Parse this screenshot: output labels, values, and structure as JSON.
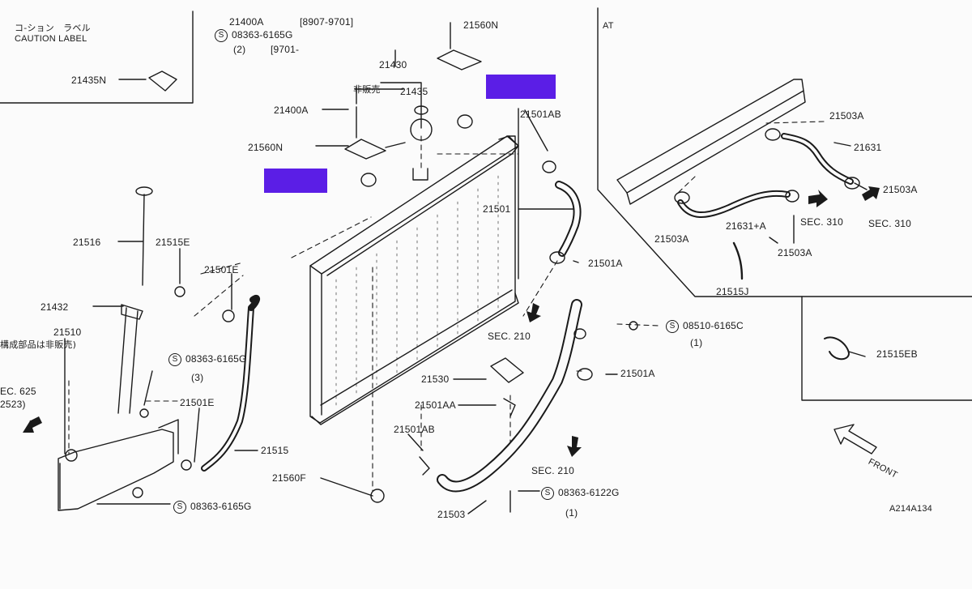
{
  "colors": {
    "redaction": "#5b1ee6",
    "ink": "#1a1a1a",
    "paper": "#fbfbfb"
  },
  "caution": {
    "jp": "コ-ション　ラベル",
    "en": "CAUTION  LABEL",
    "part": "21435N"
  },
  "top": {
    "part_21400A": "21400A",
    "range_a": "[8907-9701]",
    "bolt_ref": "08363-6165G",
    "bolt_qty": "(2)",
    "range_b": "[9701-",
    "part_21560N_top": "21560N",
    "part_21430": "21430",
    "not_sold": "非販売",
    "part_21435": "21435",
    "part_21400A_2": "21400A",
    "part_21501AB_top": "21501AB",
    "part_21560N": "21560N"
  },
  "main": {
    "part_21501": "21501",
    "part_21501A_upper": "21501A",
    "sec210_a": "SEC. 210",
    "bolt_ref_right": "08510-6165C",
    "bolt_qty_right": "(1)",
    "part_21501A_mid": "21501A",
    "part_21530": "21530",
    "part_21501AA": "21501AA",
    "part_21501AB_low": "21501AB",
    "sec210_b": "SEC. 210",
    "part_21560F": "21560F",
    "bolt_ref_bottom": "08363-6122G",
    "bolt_qty_bottom": "(1)",
    "part_21503": "21503",
    "diagram_code": "A214A134"
  },
  "left": {
    "part_21516": "21516",
    "part_21515E": "21515E",
    "part_21501E_top": "21501E",
    "part_21432": "21432",
    "part_21510": "21510",
    "note": "構成部品は非販売)",
    "sec625": "EC. 625",
    "sec625_code": "2523)",
    "bolt_ref_left": "08363-6165G",
    "bolt_qty_left": "(3)",
    "part_21501E_low": "21501E",
    "part_21515": "21515",
    "bolt_ref_left_bottom": "08363-6165G"
  },
  "at_panel": {
    "title": "AT",
    "part_21503A_a": "21503A",
    "part_21631": "21631",
    "part_21503A_b": "21503A",
    "sec310_a": "SEC. 310",
    "sec310_b": "SEC. 310",
    "part_21503A_c": "21503A",
    "part_21631A": "21631+A",
    "part_21503A_d": "21503A",
    "part_21515J": "21515J"
  },
  "clip_panel": {
    "part": "21515EB"
  },
  "front_label": "FRONT",
  "s_symbol": "S"
}
